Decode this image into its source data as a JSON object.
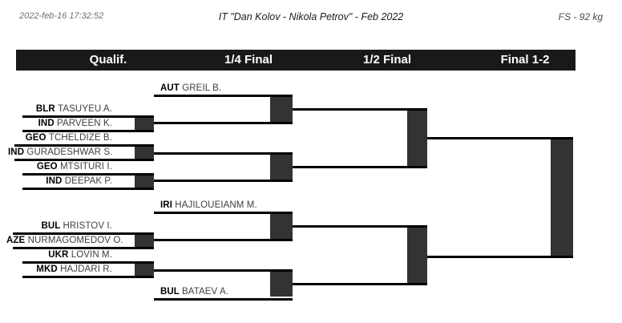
{
  "meta": {
    "timestamp": "2022-feb-16 17:32:52",
    "event_title": "IT \"Dan Kolov - Nikola Petrov\" - Feb 2022",
    "category": "FS - 92 kg"
  },
  "colors": {
    "header_bar": "#191919",
    "block_fill": "#333333",
    "line": "#000000",
    "name_text": "#3f3f3f",
    "country_text": "#000000",
    "meta_text": "#6e6e6e",
    "background": "#ffffff"
  },
  "rounds": [
    {
      "label": "Qualif."
    },
    {
      "label": "1/4 Final"
    },
    {
      "label": "1/2 Final"
    },
    {
      "label": "Final 1-2"
    }
  ],
  "bracket": {
    "qualif": [
      {
        "country": "BLR",
        "name": "TASUYEU A."
      },
      {
        "country": "IND",
        "name": "PARVEEN K."
      },
      {
        "country": "GEO",
        "name": "TCHELDIZE B."
      },
      {
        "country": "IND",
        "name": "GURADESHWAR S."
      },
      {
        "country": "GEO",
        "name": "MTSITURI I."
      },
      {
        "country": "IND",
        "name": "DEEPAK P."
      },
      {
        "country": "BUL",
        "name": "HRISTOV I."
      },
      {
        "country": "AZE",
        "name": "NURMAGOMEDOV O."
      },
      {
        "country": "UKR",
        "name": "LOVIN M."
      },
      {
        "country": "MKD",
        "name": "HAJDARI R."
      }
    ],
    "quarter": [
      {
        "country": "AUT",
        "name": "GREIL B."
      },
      {
        "country": "IRI",
        "name": "HAJILOUEIANM M."
      },
      {
        "country": "BUL",
        "name": "BATAEV A."
      }
    ]
  }
}
